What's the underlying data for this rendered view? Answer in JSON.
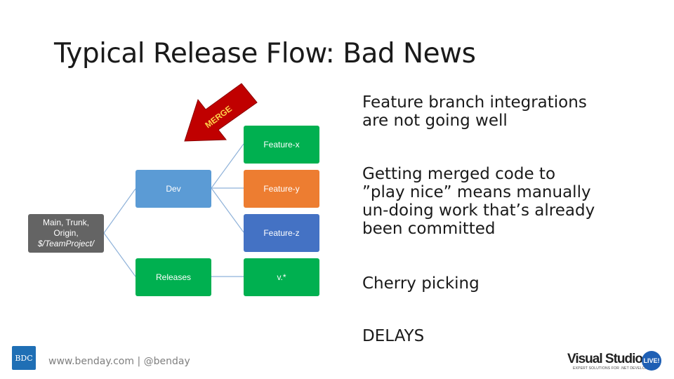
{
  "slide": {
    "title": "Typical Release Flow: Bad News"
  },
  "diagram": {
    "root_line1": "Main, Trunk,",
    "root_line2": "Origin,",
    "root_line3": "$/TeamProject/",
    "dev": "Dev",
    "releases": "Releases",
    "feature_x": "Feature-x",
    "feature_y": "Feature-y",
    "feature_z": "Feature-z",
    "version": "v.*",
    "merge_label": "MERGE",
    "colors": {
      "root": "#646464",
      "dev": "#5b9bd5",
      "releases": "#00b050",
      "feature_x": "#00b050",
      "feature_y": "#ed7d31",
      "feature_z": "#4472c4",
      "version": "#00b050",
      "arrow": "#c00000"
    }
  },
  "bullets": {
    "b1_line1": "Feature branch integrations",
    "b1_line2": "are not going well",
    "b2_line1": "Getting merged code to",
    "b2_line2": "”play nice” means manually",
    "b2_line3": "un-doing work that’s already",
    "b2_line4": "been committed",
    "b3": "Cherry picking",
    "b4": "DELAYS"
  },
  "footer": {
    "logo_text": "BDC",
    "link_text": "www.benday.com | @benday",
    "vs_word": "Visual Studio",
    "vs_tagline": "EXPERT SOLUTIONS FOR .NET DEVELOPERS",
    "vs_live": "LIVE!"
  }
}
